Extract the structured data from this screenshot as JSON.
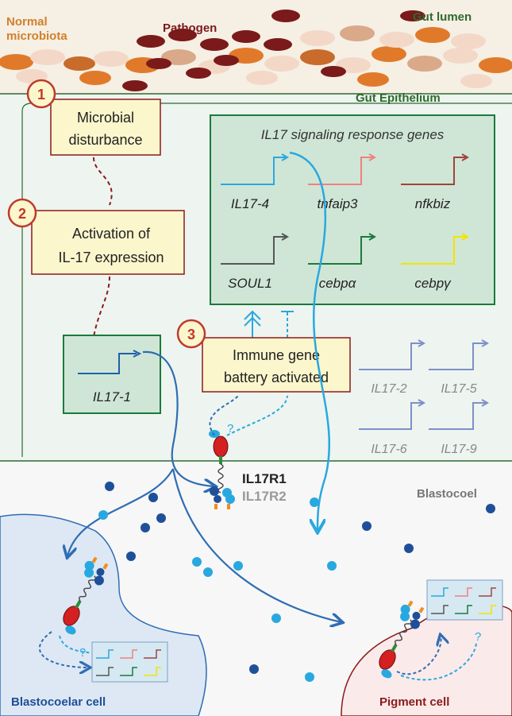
{
  "regions": {
    "normal_microbiota_line1": "Normal",
    "normal_microbiota_line2": "microbiota",
    "pathogen": "Pathogen",
    "gut_lumen": "Gut lumen",
    "gut_epithelium": "Gut Epithelium",
    "blastocoel": "Blastocoel",
    "blastocoelar_cell": "Blastocoelar cell",
    "pigment_cell": "Pigment cell"
  },
  "steps": [
    {
      "num": "1",
      "line1": "Microbial",
      "line2": "disturbance"
    },
    {
      "num": "2",
      "line1": "Activation of",
      "line2": "IL-17 expression"
    },
    {
      "num": "3",
      "line1": "Immune gene",
      "line2": "battery activated"
    }
  ],
  "response_box": {
    "title": "IL17 signaling response genes",
    "genes": [
      {
        "label": "IL17-4",
        "color": "#29a8e0"
      },
      {
        "label": "tnfaip3",
        "color": "#f08080"
      },
      {
        "label": "nfkbiz",
        "color": "#a0443c"
      },
      {
        "label": "SOUL1",
        "color": "#555555"
      },
      {
        "label": "cebpα",
        "color": "#1a7a3c"
      },
      {
        "label": "cebpγ",
        "color": "#f2e400"
      }
    ]
  },
  "il17_1": {
    "label": "IL17-1",
    "color": "#1f5faa"
  },
  "other_il17_genes": [
    "IL17-2",
    "IL17-5",
    "IL17-6",
    "IL17-9"
  ],
  "receptors": {
    "r1": "IL17R1",
    "r2": "IL17R2"
  },
  "question_mark": "?",
  "colors": {
    "step_box_fill": "#fbf6cc",
    "step_box_border": "#8b1a1a",
    "gene_box_fill": "#cfe6d6",
    "gene_box_border": "#1a7a3c",
    "epithelium": "#eef4f0",
    "blastocoelar_cell_fill": "#dde8f4",
    "pigment_cell_fill": "#fbeaea",
    "arrow_blue": "#2f6db3",
    "arrow_cyan": "#29a8e0",
    "arrow_darkred": "#8b1a1a"
  }
}
